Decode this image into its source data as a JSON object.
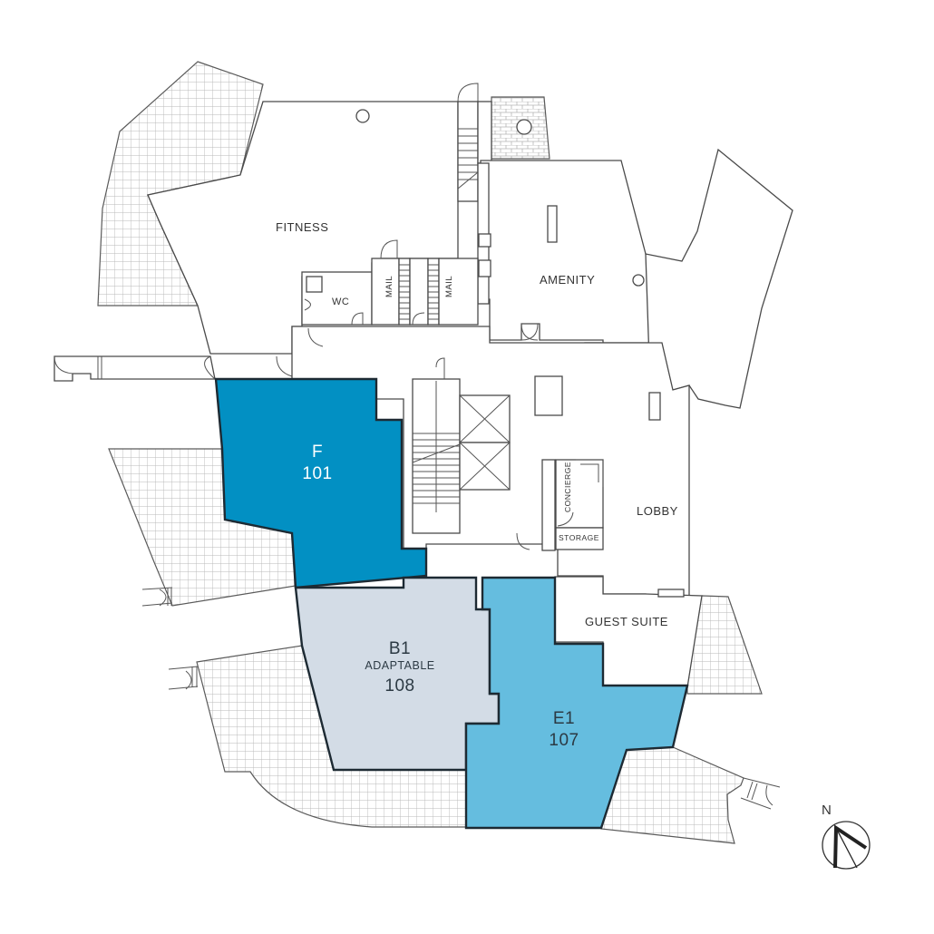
{
  "floorplan": {
    "rooms": {
      "fitness": "FITNESS",
      "amenity": "AMENITY",
      "wc": "WC",
      "mail_1": "MAIL",
      "mail_2": "MAIL",
      "lobby": "LOBBY",
      "concierge": "CONCIERGE",
      "storage": "STORAGE",
      "guest_suite": "GUEST SUITE"
    },
    "units": [
      {
        "code": "F",
        "number": "101",
        "subtitle": "",
        "color": "#0290c3",
        "text_color": "#ffffff"
      },
      {
        "code": "B1",
        "number": "108",
        "subtitle": "ADAPTABLE",
        "color": "#d3dce6",
        "text_color": "#2c3a44"
      },
      {
        "code": "E1",
        "number": "107",
        "subtitle": "",
        "color": "#65bddf",
        "text_color": "#2c3a44"
      }
    ],
    "compass": {
      "label": "N",
      "icon": "north-arrow-icon"
    }
  }
}
